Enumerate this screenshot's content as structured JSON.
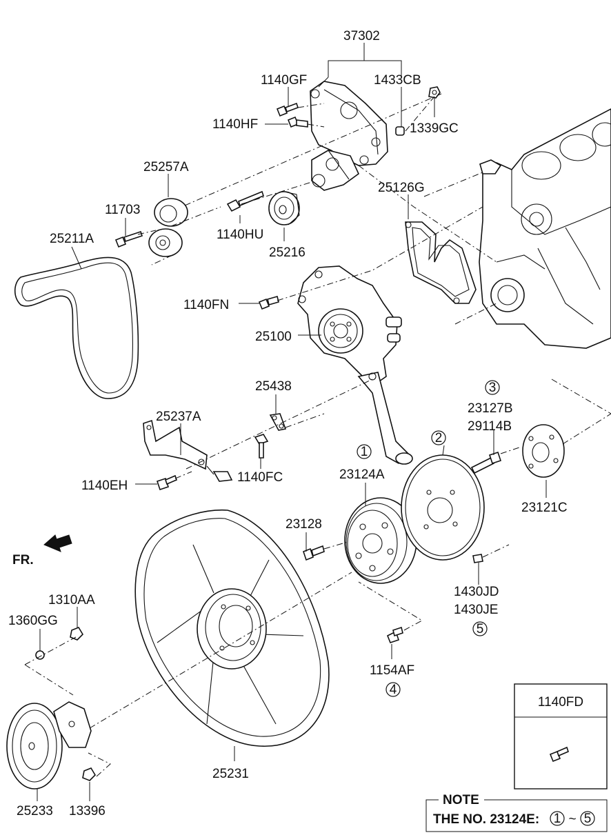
{
  "parts": {
    "p37302": "37302",
    "p1140GF": "1140GF",
    "p1433CB": "1433CB",
    "p1140HF": "1140HF",
    "p1339GC": "1339GC",
    "p25257A": "25257A",
    "p25126G": "25126G",
    "p11703": "11703",
    "p1140HU": "1140HU",
    "p25216": "25216",
    "p25211A": "25211A",
    "p1140FN": "1140FN",
    "p25100": "25100",
    "p25438": "25438",
    "p25237A": "25237A",
    "p1140FC": "1140FC",
    "p1140EH": "1140EH",
    "p23124A": "23124A",
    "p23127B": "23127B",
    "p29114B": "29114B",
    "p23121C": "23121C",
    "p23128": "23128",
    "p1430JD": "1430JD",
    "p1430JE": "1430JE",
    "p1310AA": "1310AA",
    "p1360GG": "1360GG",
    "p1154AF": "1154AF",
    "p1140FD": "1140FD",
    "p25231": "25231",
    "p25233": "25233",
    "p13396": "13396"
  },
  "circled": {
    "c1": "1",
    "c2": "2",
    "c3": "3",
    "c4": "4",
    "c5": "5"
  },
  "direction_label": "FR.",
  "inset_box": {
    "part": "1140FD"
  },
  "note": {
    "title": "NOTE",
    "text_prefix": "THE NO. 23124E:",
    "range_start": "1",
    "range_sep": "~",
    "range_end": "5"
  }
}
